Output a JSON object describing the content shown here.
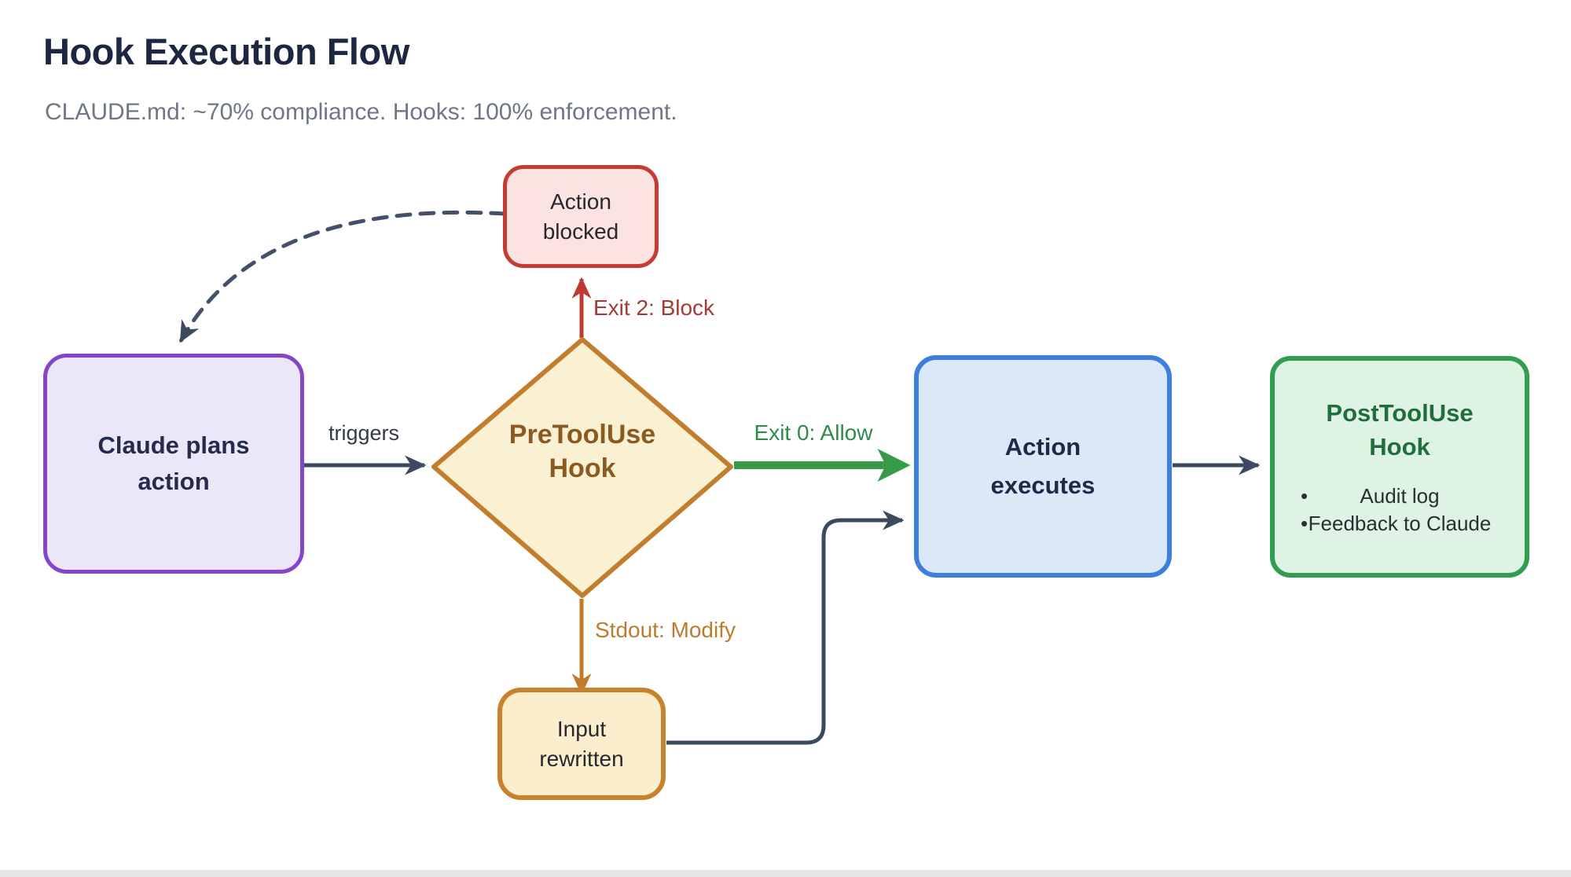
{
  "header": {
    "title": "Hook Execution Flow",
    "subtitle": "CLAUDE.md: ~70% compliance. Hooks: 100% enforcement."
  },
  "nodes": {
    "claude_plans_action": {
      "label": "Claude plans action"
    },
    "pretooluse_hook": {
      "label": "PreToolUse Hook"
    },
    "action_blocked": {
      "label": "Action blocked"
    },
    "input_rewritten": {
      "label": "Input rewritten"
    },
    "action_executes": {
      "label": "Action executes"
    },
    "posttooluse_hook": {
      "label": "PostToolUse Hook",
      "bullets": [
        "Audit log",
        "Feedback to Claude"
      ]
    }
  },
  "edges": {
    "triggers": {
      "label": "triggers",
      "from": "claude_plans_action",
      "to": "pretooluse_hook"
    },
    "exit2_block": {
      "label": "Exit 2: Block",
      "from": "pretooluse_hook",
      "to": "action_blocked"
    },
    "exit0_allow": {
      "label": "Exit 0: Allow",
      "from": "pretooluse_hook",
      "to": "action_executes"
    },
    "stdout_modify": {
      "label": "Stdout: Modify",
      "from": "pretooluse_hook",
      "to": "input_rewritten"
    },
    "rewritten_to_executes": {
      "label": "",
      "from": "input_rewritten",
      "to": "action_executes"
    },
    "executes_to_post": {
      "label": "",
      "from": "action_executes",
      "to": "posttooluse_hook"
    },
    "blocked_feedback": {
      "label": "",
      "from": "action_blocked",
      "to": "claude_plans_action",
      "style": "dashed"
    }
  },
  "colors": {
    "title_text": "#1d2742",
    "subtitle_text": "#6f7787",
    "claude_border": "#8446c9",
    "claude_fill": "#ece7f8",
    "diamond_border": "#c17e2e",
    "diamond_fill": "#faf0d2",
    "diamond_text": "#8a5a22",
    "blocked_border": "#c43c34",
    "blocked_fill": "#fbe3e2",
    "block_label": "#a23b35",
    "allow_green": "#379a47",
    "executes_border": "#3d7ede",
    "executes_fill": "#dbe8f8",
    "post_border": "#2f9e4f",
    "post_fill": "#def3e4",
    "post_title": "#1f6f3c",
    "input_border": "#c8822e",
    "input_fill": "#faeecd",
    "modify_label": "#bb7c2e",
    "dark_arrow": "#3c4a5f"
  }
}
